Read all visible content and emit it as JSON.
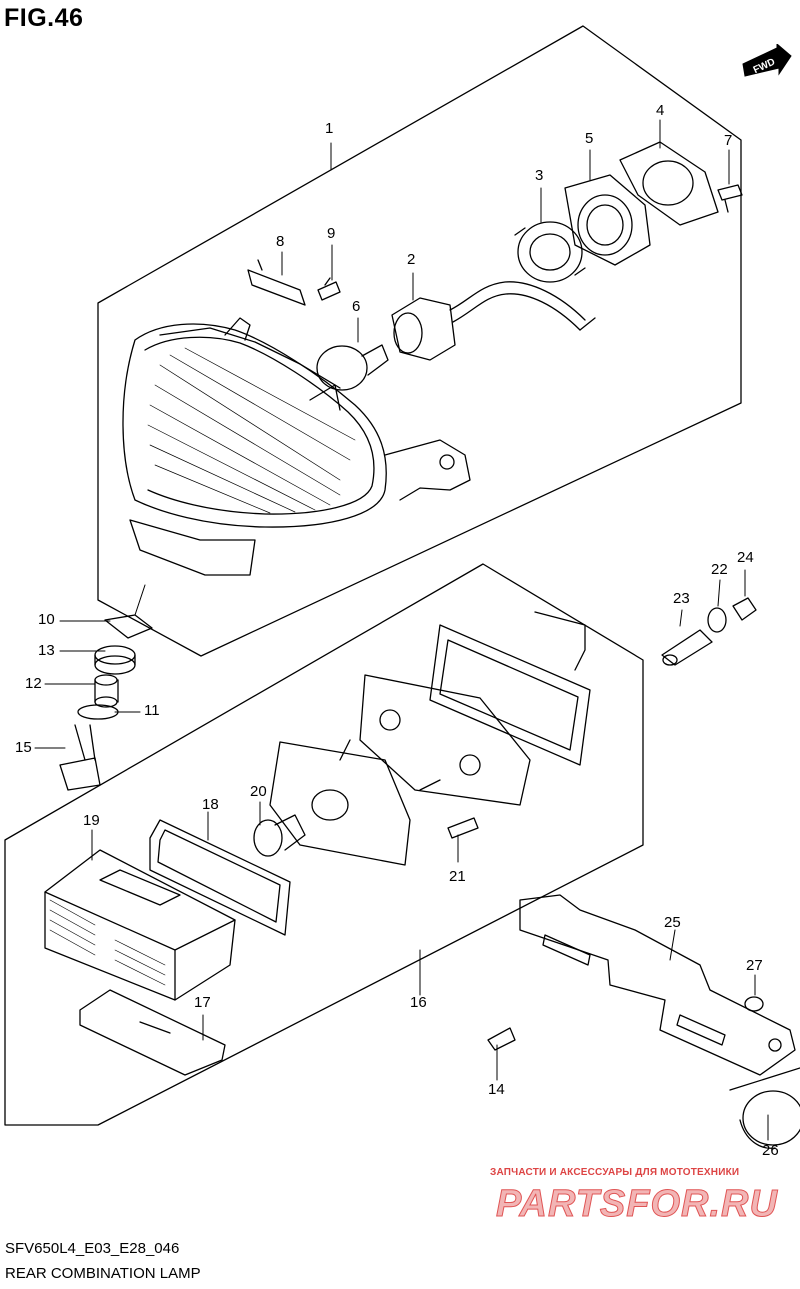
{
  "figure_title": "FIG.46",
  "diagram_code": "SFV650L4_E03_E28_046",
  "diagram_name": "REAR COMBINATION LAMP",
  "direction_badge": "FWD",
  "watermark": {
    "tagline": "ЗАПЧАСТИ И АКСЕССУАРЫ ДЛЯ МОТОТЕХНИКИ",
    "logo_text": "PARTSFOR.RU",
    "color": "#e05555"
  },
  "callouts": [
    {
      "id": "1",
      "text": "1"
    },
    {
      "id": "2",
      "text": "2"
    },
    {
      "id": "3",
      "text": "3"
    },
    {
      "id": "4",
      "text": "4"
    },
    {
      "id": "5",
      "text": "5"
    },
    {
      "id": "6",
      "text": "6"
    },
    {
      "id": "7",
      "text": "7"
    },
    {
      "id": "8",
      "text": "8"
    },
    {
      "id": "9",
      "text": "9"
    },
    {
      "id": "10",
      "text": "10"
    },
    {
      "id": "11",
      "text": "11"
    },
    {
      "id": "12",
      "text": "12"
    },
    {
      "id": "13",
      "text": "13"
    },
    {
      "id": "14",
      "text": "14"
    },
    {
      "id": "15",
      "text": "15"
    },
    {
      "id": "16",
      "text": "16"
    },
    {
      "id": "17",
      "text": "17"
    },
    {
      "id": "18",
      "text": "18"
    },
    {
      "id": "19",
      "text": "19"
    },
    {
      "id": "20",
      "text": "20"
    },
    {
      "id": "21",
      "text": "21"
    },
    {
      "id": "22",
      "text": "22"
    },
    {
      "id": "23",
      "text": "23"
    },
    {
      "id": "24",
      "text": "24"
    },
    {
      "id": "25",
      "text": "25"
    },
    {
      "id": "26",
      "text": "26"
    },
    {
      "id": "27",
      "text": "27"
    }
  ]
}
